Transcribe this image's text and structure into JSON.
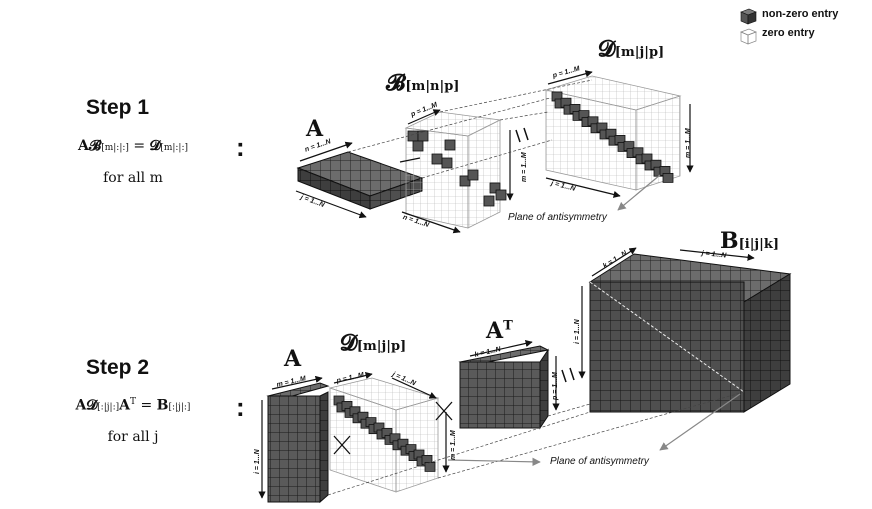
{
  "legend": {
    "nonzero": "non-zero entry",
    "zero": "zero entry",
    "nonzero_icon": "filled-cube-icon",
    "zero_icon": "wireframe-cube-icon"
  },
  "step1": {
    "title": "Step 1",
    "eq_lhs_A": "A",
    "eq_lhs_B": "𝓑",
    "eq_lhs_sub": "[m|:|:]",
    "eq_eq": " = ",
    "eq_rhs_D": "𝓓",
    "eq_rhs_sub": "[m|:|:]",
    "forall": "for all m",
    "colon": ":",
    "A_label": "A",
    "B_label": "𝓑",
    "B_sub": "[m|n|p]",
    "D_label": "𝓓",
    "D_sub": "[m|j|p]",
    "eq_sign": "=",
    "A_dims": {
      "top": "n = 1...N",
      "side": "j = 1...N"
    },
    "B_dims": {
      "top": "p = 1...M",
      "side": "m = 1...M",
      "bottom": "n = 1...N"
    },
    "D_dims": {
      "top": "p = 1...M",
      "side": "m = 1...M",
      "bottom": "j = 1...N"
    },
    "plane": "Plane of antisymmetry"
  },
  "step2": {
    "title": "Step 2",
    "eq_A": "A",
    "eq_D": "𝓓",
    "eq_D_sub": "[:|j|:]",
    "eq_AT": "A",
    "eq_T": "T",
    "eq_eq": " = ",
    "eq_B": "B",
    "eq_B_sub": "[:|j|:]",
    "forall": "for all j",
    "colon": ":",
    "A_label": "A",
    "D_label": "𝓓",
    "D_sub": "[m|j|p]",
    "AT_label": "A",
    "AT_sup": "T",
    "B_label": "B",
    "B_sub": "[i|j|k]",
    "eq_sign": "=",
    "A_dims": {
      "top": "m = 1...M",
      "side": "i = 1...N"
    },
    "D_dims": {
      "top1": "p = 1...M",
      "top2": "j = 1...N",
      "side": "m = 1...M"
    },
    "AT_dims": {
      "top": "k = 1...N",
      "side": "p = 1...M"
    },
    "B_dims": {
      "top1": "k = 1...N",
      "top2": "j = 1...N",
      "side": "i = 1...N"
    },
    "plane": "Plane of antisymmetry"
  }
}
